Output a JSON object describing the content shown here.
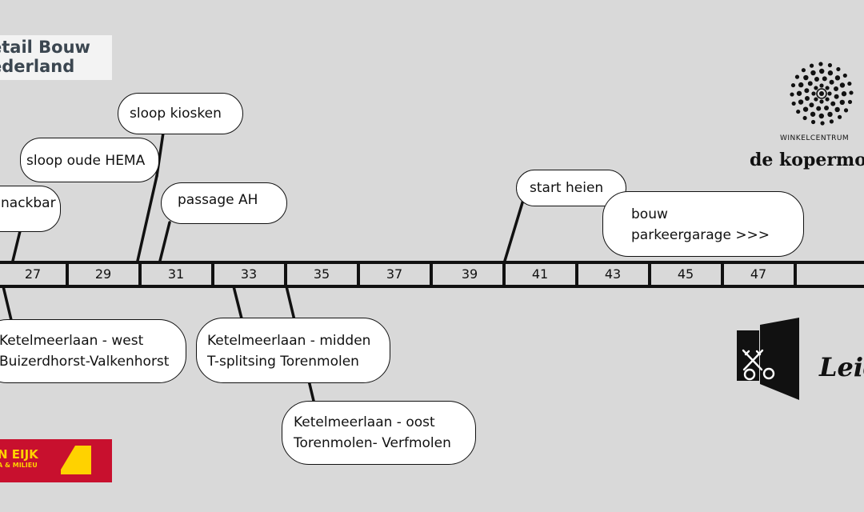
{
  "timeline": {
    "ticks": [
      "27",
      "29",
      "31",
      "33",
      "35",
      "37",
      "39",
      "41",
      "43",
      "45",
      "47"
    ]
  },
  "events_above": [
    {
      "id": "snackbar",
      "lines": [
        "nackbar"
      ]
    },
    {
      "id": "sloop-oude-hema",
      "lines": [
        "sloop oude HEMA"
      ]
    },
    {
      "id": "sloop-kiosken",
      "lines": [
        "sloop kiosken"
      ]
    },
    {
      "id": "passage-ah",
      "lines": [
        "passage AH"
      ]
    },
    {
      "id": "start-heien",
      "lines": [
        "start heien"
      ]
    },
    {
      "id": "bouw-parkeergarage",
      "lines": [
        "bouw",
        "parkeergarage >>>"
      ]
    }
  ],
  "events_below": [
    {
      "id": "ketelmeerlaan-west",
      "lines": [
        "Ketelmeerlaan - west",
        "Buizerdhorst-Valkenhorst"
      ]
    },
    {
      "id": "ketelmeerlaan-midden",
      "lines": [
        "Ketelmeerlaan - midden",
        "T-splitsing Torenmolen"
      ]
    },
    {
      "id": "ketelmeerlaan-oost",
      "lines": [
        "Ketelmeerlaan - oost",
        "Torenmolen- Verfmolen"
      ]
    }
  ],
  "logos": {
    "retail_bouw": {
      "line1": "etail Bouw",
      "line2": "ederland"
    },
    "van_eijk": {
      "line1": "N EIJK",
      "line2": "A & MILIEU",
      "color": "#c8102e",
      "accent": "#ffd200"
    },
    "kopermolen": {
      "label": "WINKELCENTRUM",
      "name": "de kopermo"
    },
    "leiden": {
      "name": "Leid"
    }
  },
  "colors": {
    "background": "#d9d9d9",
    "ink": "#111111",
    "bubble": "#ffffff"
  }
}
